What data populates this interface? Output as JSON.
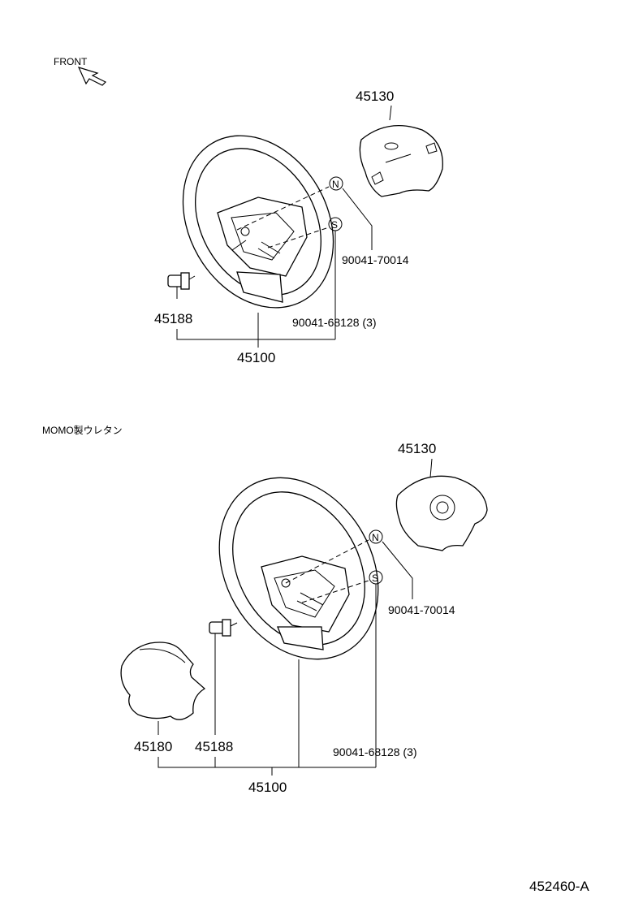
{
  "front_label": "FRONT",
  "section2_label": "MOMO製ウレタン",
  "diagram_id": "452460-A",
  "symbols": {
    "n": "N",
    "s": "S"
  },
  "top": {
    "pad": "45130",
    "bolt_n": "90041-70014",
    "bolt_s": "90041-68128 (3)",
    "nut": "45188",
    "assy": "45100"
  },
  "bottom": {
    "pad": "45130",
    "bolt_n": "90041-70014",
    "bolt_s": "90041-68128 (3)",
    "cover": "45180",
    "nut": "45188",
    "assy": "45100"
  },
  "icons": [
    "front-arrow-icon",
    "n-circle-icon",
    "s-circle-icon"
  ]
}
